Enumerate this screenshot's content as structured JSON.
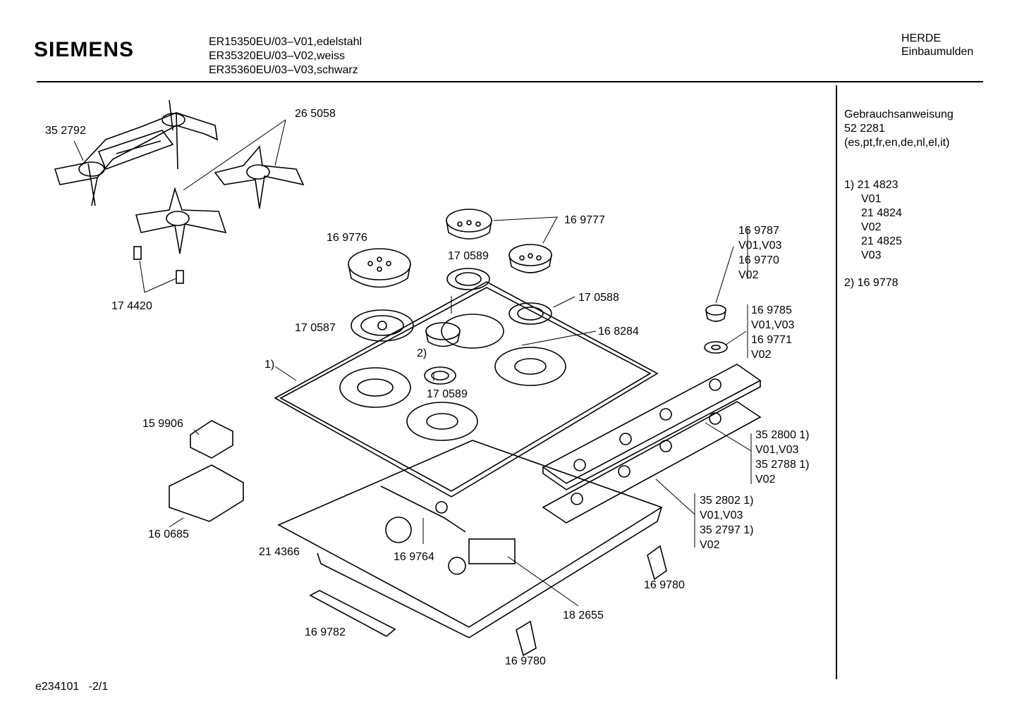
{
  "header": {
    "brand": "SIEMENS",
    "models": [
      "ER15350EU/03–V01,edelstahl",
      "ER35320EU/03–V02,weiss",
      "ER35360EU/03–V03,schwarz"
    ],
    "category": [
      "HERDE",
      "Einbaumulden"
    ]
  },
  "sidebar": {
    "manual_title": "Gebrauchsanweisung",
    "manual_number": "52 2281",
    "manual_languages": "(es,pt,fr,en,de,nl,el,it)",
    "note1_label": "1) 21 4823",
    "note1_lines": [
      "V01",
      "21 4824",
      "V02",
      "21 4825",
      "V03"
    ],
    "note2": "2) 16 9778"
  },
  "parts": {
    "p352792": "35 2792",
    "p265058": "26 5058",
    "p174420": "17 4420",
    "p169776": "16 9776",
    "p169777": "16 9777",
    "p170589a": "17 0589",
    "p170588": "17 0588",
    "p170587": "17 0587",
    "p168284": "16 8284",
    "note2_marker": "2)",
    "note1_marker": "1)",
    "p170589b": "17 0589",
    "p159906": "15 9906",
    "p160685": "16 0685",
    "p214366": "21 4366",
    "p169764": "16 9764",
    "p182655": "18 2655",
    "p169782": "16 9782",
    "p169780a": "16 9780",
    "p169780b": "16 9780",
    "knob": [
      "16 9787",
      "V01,V03",
      "16 9770",
      "V02"
    ],
    "ring": [
      "16 9785",
      "V01,V03",
      "16 9771",
      "V02"
    ],
    "strip1": [
      "35 2800 1)",
      "V01,V03",
      "35 2788 1)",
      "V02"
    ],
    "strip2": [
      "35 2802 1)",
      "V01,V03",
      "35 2797 1)",
      "V02"
    ]
  },
  "footer": {
    "code": "e234101",
    "page": "-2/1"
  }
}
